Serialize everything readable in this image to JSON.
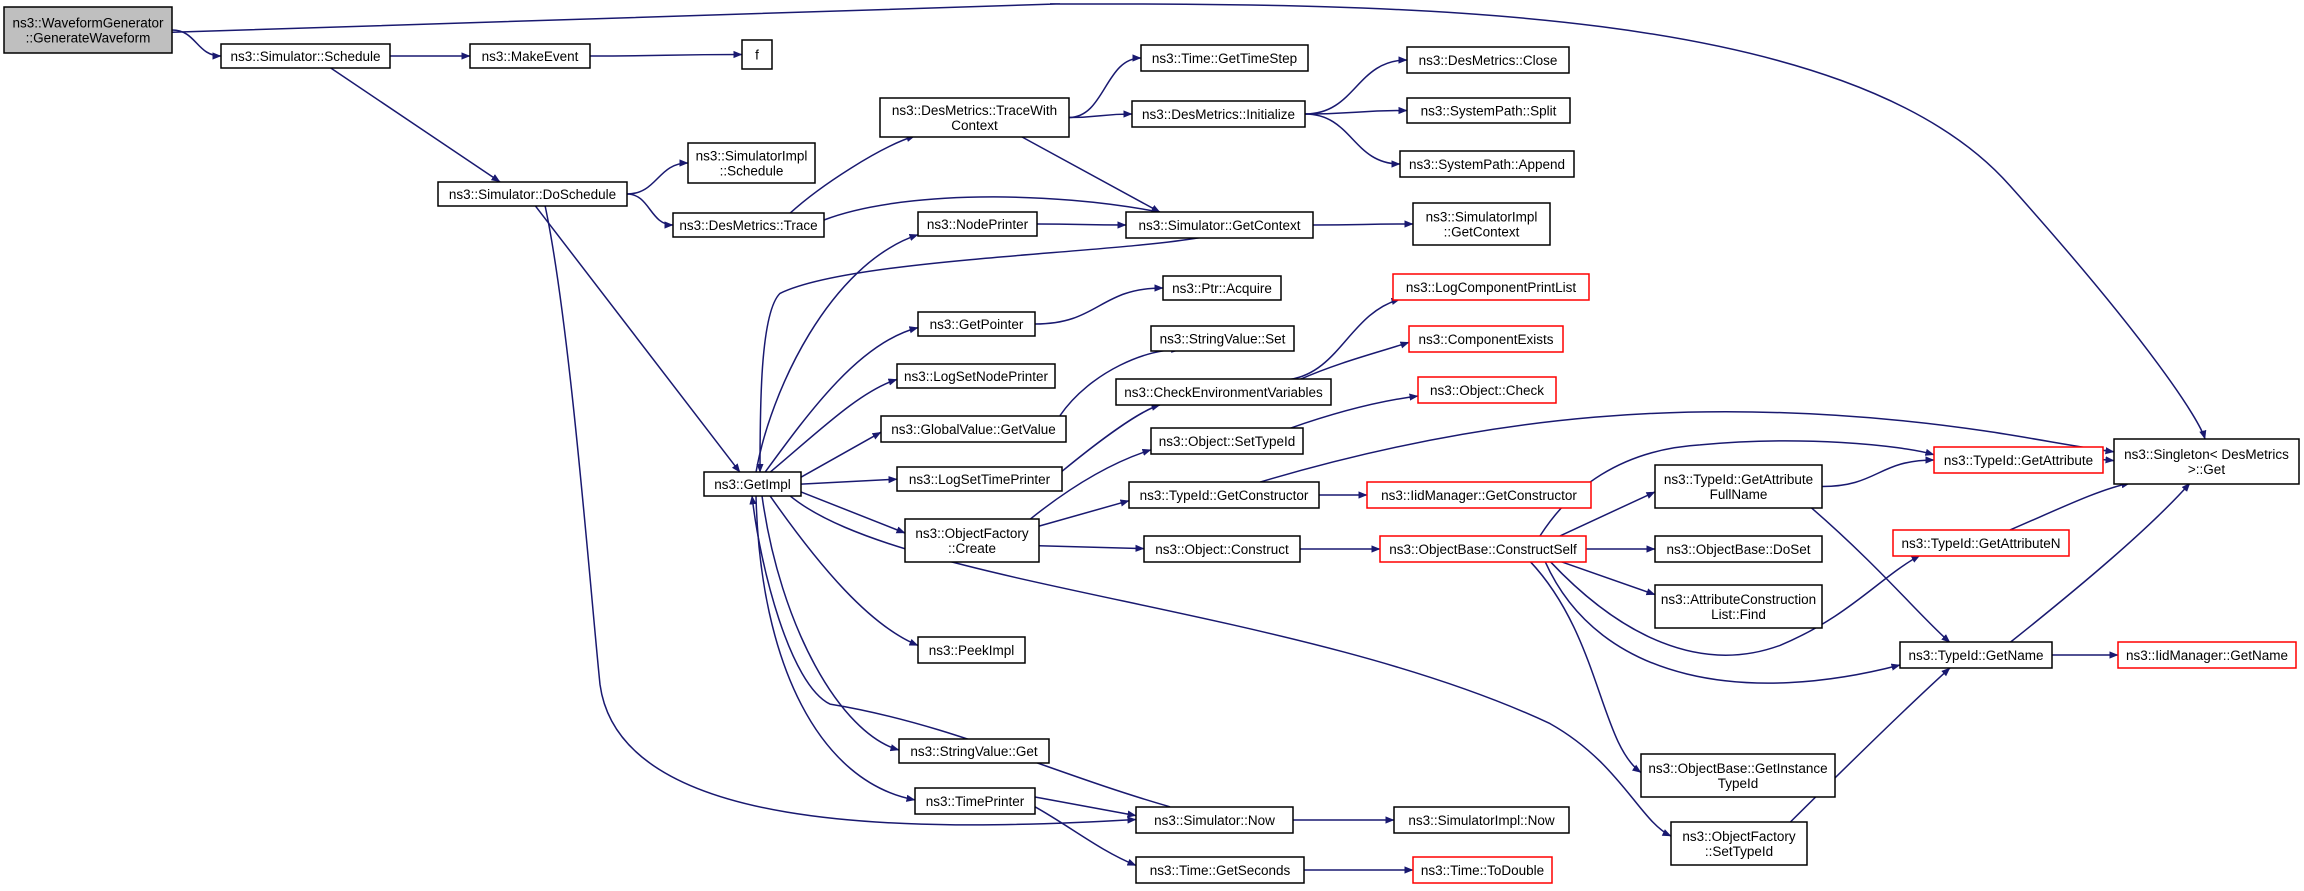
{
  "colors": {
    "edge": "#191970",
    "node_border": "#000000",
    "node_border_external": "#ff0000",
    "root_fill": "#bfbfbf"
  },
  "nodes": [
    {
      "id": "generate_waveform",
      "lines": [
        "ns3::WaveformGenerator",
        "::GenerateWaveform"
      ],
      "kind": "root"
    },
    {
      "id": "sim_schedule",
      "lines": [
        "ns3::Simulator::Schedule"
      ],
      "kind": "normal"
    },
    {
      "id": "make_event",
      "lines": [
        "ns3::MakeEvent"
      ],
      "kind": "normal"
    },
    {
      "id": "f",
      "lines": [
        "f"
      ],
      "kind": "normal"
    },
    {
      "id": "time_gettimestep",
      "lines": [
        "ns3::Time::GetTimeStep"
      ],
      "kind": "normal"
    },
    {
      "id": "desmetrics_tracewithcontext",
      "lines": [
        "ns3::DesMetrics::TraceWith",
        "Context"
      ],
      "kind": "normal"
    },
    {
      "id": "desmetrics_initialize",
      "lines": [
        "ns3::DesMetrics::Initialize"
      ],
      "kind": "normal"
    },
    {
      "id": "desmetrics_close",
      "lines": [
        "ns3::DesMetrics::Close"
      ],
      "kind": "normal"
    },
    {
      "id": "systempath_split",
      "lines": [
        "ns3::SystemPath::Split"
      ],
      "kind": "normal"
    },
    {
      "id": "systempath_append",
      "lines": [
        "ns3::SystemPath::Append"
      ],
      "kind": "normal"
    },
    {
      "id": "simulatorimpl_schedule",
      "lines": [
        "ns3::SimulatorImpl",
        "::Schedule"
      ],
      "kind": "normal"
    },
    {
      "id": "sim_doschedule",
      "lines": [
        "ns3::Simulator::DoSchedule"
      ],
      "kind": "normal"
    },
    {
      "id": "desmetrics_trace",
      "lines": [
        "ns3::DesMetrics::Trace"
      ],
      "kind": "normal"
    },
    {
      "id": "nodeprinter",
      "lines": [
        "ns3::NodePrinter"
      ],
      "kind": "normal"
    },
    {
      "id": "sim_getcontext",
      "lines": [
        "ns3::Simulator::GetContext"
      ],
      "kind": "normal"
    },
    {
      "id": "simulatorimpl_getcontext",
      "lines": [
        "ns3::SimulatorImpl",
        "::GetContext"
      ],
      "kind": "normal"
    },
    {
      "id": "logcomponentprintlist",
      "lines": [
        "ns3::LogComponentPrintList"
      ],
      "kind": "external"
    },
    {
      "id": "getpointer",
      "lines": [
        "ns3::GetPointer"
      ],
      "kind": "normal"
    },
    {
      "id": "ptr_acquire",
      "lines": [
        "ns3::Ptr::Acquire"
      ],
      "kind": "normal"
    },
    {
      "id": "componentexists",
      "lines": [
        "ns3::ComponentExists"
      ],
      "kind": "external"
    },
    {
      "id": "stringvalue_set",
      "lines": [
        "ns3::StringValue::Set"
      ],
      "kind": "normal"
    },
    {
      "id": "logsetnodeprinter",
      "lines": [
        "ns3::LogSetNodePrinter"
      ],
      "kind": "normal"
    },
    {
      "id": "checkenvvars",
      "lines": [
        "ns3::CheckEnvironmentVariables"
      ],
      "kind": "normal"
    },
    {
      "id": "object_check",
      "lines": [
        "ns3::Object::Check"
      ],
      "kind": "external"
    },
    {
      "id": "globalvalue_getvalue",
      "lines": [
        "ns3::GlobalValue::GetValue"
      ],
      "kind": "normal"
    },
    {
      "id": "singleton_get",
      "lines": [
        "ns3::Singleton< DesMetrics",
        ">::Get"
      ],
      "kind": "normal"
    },
    {
      "id": "object_settypeid",
      "lines": [
        "ns3::Object::SetTypeId"
      ],
      "kind": "normal"
    },
    {
      "id": "typeid_getattribute",
      "lines": [
        "ns3::TypeId::GetAttribute"
      ],
      "kind": "external"
    },
    {
      "id": "getimpl",
      "lines": [
        "ns3::GetImpl"
      ],
      "kind": "normal"
    },
    {
      "id": "logsettimeprinter",
      "lines": [
        "ns3::LogSetTimePrinter"
      ],
      "kind": "normal"
    },
    {
      "id": "typeid_getattributefullname",
      "lines": [
        "ns3::TypeId::GetAttribute",
        "FullName"
      ],
      "kind": "normal"
    },
    {
      "id": "typeid_getconstructor",
      "lines": [
        "ns3::TypeId::GetConstructor"
      ],
      "kind": "normal"
    },
    {
      "id": "iidmanager_getconstructor",
      "lines": [
        "ns3::IidManager::GetConstructor"
      ],
      "kind": "external"
    },
    {
      "id": "objectfactory_create",
      "lines": [
        "ns3::ObjectFactory",
        "::Create"
      ],
      "kind": "normal"
    },
    {
      "id": "typeid_getattributen",
      "lines": [
        "ns3::TypeId::GetAttributeN"
      ],
      "kind": "external"
    },
    {
      "id": "object_construct",
      "lines": [
        "ns3::Object::Construct"
      ],
      "kind": "normal"
    },
    {
      "id": "objectbase_constructself",
      "lines": [
        "ns3::ObjectBase::ConstructSelf"
      ],
      "kind": "external"
    },
    {
      "id": "objectbase_doset",
      "lines": [
        "ns3::ObjectBase::DoSet"
      ],
      "kind": "normal"
    },
    {
      "id": "attributeconstructionlist_find",
      "lines": [
        "ns3::AttributeConstruction",
        "List::Find"
      ],
      "kind": "normal"
    },
    {
      "id": "peekimpl",
      "lines": [
        "ns3::PeekImpl"
      ],
      "kind": "normal"
    },
    {
      "id": "typeid_getname",
      "lines": [
        "ns3::TypeId::GetName"
      ],
      "kind": "normal"
    },
    {
      "id": "iidmanager_getname",
      "lines": [
        "ns3::IidManager::GetName"
      ],
      "kind": "external"
    },
    {
      "id": "stringvalue_get",
      "lines": [
        "ns3::StringValue::Get"
      ],
      "kind": "normal"
    },
    {
      "id": "objectbase_getinstancetypeid",
      "lines": [
        "ns3::ObjectBase::GetInstance",
        "TypeId"
      ],
      "kind": "normal"
    },
    {
      "id": "timeprinter",
      "lines": [
        "ns3::TimePrinter"
      ],
      "kind": "normal"
    },
    {
      "id": "sim_now",
      "lines": [
        "ns3::Simulator::Now"
      ],
      "kind": "normal"
    },
    {
      "id": "simulatorimpl_now",
      "lines": [
        "ns3::SimulatorImpl::Now"
      ],
      "kind": "normal"
    },
    {
      "id": "time_getseconds",
      "lines": [
        "ns3::Time::GetSeconds"
      ],
      "kind": "normal"
    },
    {
      "id": "time_todouble",
      "lines": [
        "ns3::Time::ToDouble"
      ],
      "kind": "external"
    },
    {
      "id": "objectfactory_settypeid",
      "lines": [
        "ns3::ObjectFactory",
        "::SetTypeId"
      ],
      "kind": "normal"
    }
  ],
  "edges": [
    {
      "from": "generate_waveform",
      "to": "sim_schedule"
    },
    {
      "from": "generate_waveform",
      "to": "singleton_get"
    },
    {
      "from": "sim_schedule",
      "to": "make_event"
    },
    {
      "from": "sim_schedule",
      "to": "sim_doschedule"
    },
    {
      "from": "make_event",
      "to": "f"
    },
    {
      "from": "sim_doschedule",
      "to": "simulatorimpl_schedule"
    },
    {
      "from": "sim_doschedule",
      "to": "desmetrics_trace"
    },
    {
      "from": "sim_doschedule",
      "to": "getimpl"
    },
    {
      "from": "sim_doschedule",
      "to": "sim_now"
    },
    {
      "from": "desmetrics_trace",
      "to": "desmetrics_tracewithcontext"
    },
    {
      "from": "desmetrics_trace",
      "to": "sim_getcontext"
    },
    {
      "from": "desmetrics_tracewithcontext",
      "to": "time_gettimestep"
    },
    {
      "from": "desmetrics_tracewithcontext",
      "to": "desmetrics_initialize"
    },
    {
      "from": "desmetrics_tracewithcontext",
      "to": "sim_getcontext"
    },
    {
      "from": "desmetrics_initialize",
      "to": "desmetrics_close"
    },
    {
      "from": "desmetrics_initialize",
      "to": "systempath_split"
    },
    {
      "from": "desmetrics_initialize",
      "to": "systempath_append"
    },
    {
      "from": "nodeprinter",
      "to": "sim_getcontext"
    },
    {
      "from": "sim_getcontext",
      "to": "simulatorimpl_getcontext"
    },
    {
      "from": "sim_getcontext",
      "to": "getimpl"
    },
    {
      "from": "getimpl",
      "to": "nodeprinter"
    },
    {
      "from": "getimpl",
      "to": "getpointer"
    },
    {
      "from": "getimpl",
      "to": "logsetnodeprinter"
    },
    {
      "from": "getimpl",
      "to": "globalvalue_getvalue"
    },
    {
      "from": "getimpl",
      "to": "logsettimeprinter"
    },
    {
      "from": "getimpl",
      "to": "objectfactory_create"
    },
    {
      "from": "getimpl",
      "to": "peekimpl"
    },
    {
      "from": "getimpl",
      "to": "stringvalue_get"
    },
    {
      "from": "getimpl",
      "to": "timeprinter"
    },
    {
      "from": "getimpl",
      "to": "objectfactory_settypeid"
    },
    {
      "from": "getpointer",
      "to": "ptr_acquire"
    },
    {
      "from": "globalvalue_getvalue",
      "to": "stringvalue_set"
    },
    {
      "from": "logsettimeprinter",
      "to": "checkenvvars"
    },
    {
      "from": "checkenvvars",
      "to": "logcomponentprintlist"
    },
    {
      "from": "checkenvvars",
      "to": "componentexists"
    },
    {
      "from": "objectfactory_create",
      "to": "object_settypeid"
    },
    {
      "from": "objectfactory_create",
      "to": "typeid_getconstructor"
    },
    {
      "from": "objectfactory_create",
      "to": "object_construct"
    },
    {
      "from": "object_settypeid",
      "to": "object_check"
    },
    {
      "from": "typeid_getconstructor",
      "to": "iidmanager_getconstructor"
    },
    {
      "from": "typeid_getconstructor",
      "to": "singleton_get"
    },
    {
      "from": "object_construct",
      "to": "objectbase_constructself"
    },
    {
      "from": "objectbase_constructself",
      "to": "typeid_getattributefullname"
    },
    {
      "from": "objectbase_constructself",
      "to": "typeid_getattribute"
    },
    {
      "from": "objectbase_constructself",
      "to": "objectbase_doset"
    },
    {
      "from": "objectbase_constructself",
      "to": "attributeconstructionlist_find"
    },
    {
      "from": "objectbase_constructself",
      "to": "typeid_getattributen"
    },
    {
      "from": "objectbase_constructself",
      "to": "typeid_getname"
    },
    {
      "from": "objectbase_constructself",
      "to": "objectbase_getinstancetypeid"
    },
    {
      "from": "typeid_getattributefullname",
      "to": "typeid_getattribute"
    },
    {
      "from": "typeid_getattributefullname",
      "to": "typeid_getname"
    },
    {
      "from": "typeid_getattribute",
      "to": "singleton_get"
    },
    {
      "from": "typeid_getattributen",
      "to": "singleton_get"
    },
    {
      "from": "typeid_getname",
      "to": "iidmanager_getname"
    },
    {
      "from": "typeid_getname",
      "to": "singleton_get"
    },
    {
      "from": "timeprinter",
      "to": "sim_now"
    },
    {
      "from": "timeprinter",
      "to": "time_getseconds"
    },
    {
      "from": "sim_now",
      "to": "simulatorimpl_now"
    },
    {
      "from": "sim_now",
      "to": "getimpl"
    },
    {
      "from": "time_getseconds",
      "to": "time_todouble"
    },
    {
      "from": "objectfactory_settypeid",
      "to": "typeid_getname"
    }
  ]
}
